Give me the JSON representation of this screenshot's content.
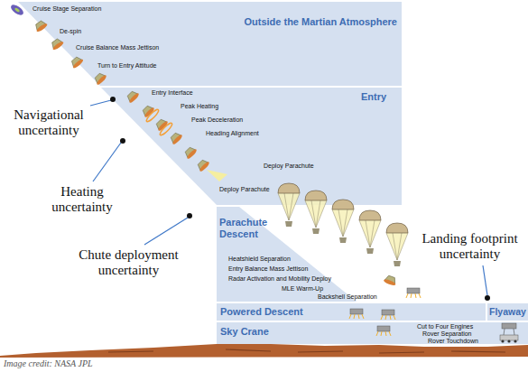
{
  "diagram": {
    "nodes": [
      {
        "text": [
          "Outside the Martian Atmosphere",
          "Cruise Stage Separation",
          "De-spin",
          "Cruise Balance Mass Jettison",
          "Turn to Entry Attitude"
        ]
      },
      {
        "text": [
          "Entry",
          "Entry Interface",
          "Peak Heating",
          "Peak Deceleration",
          "Heading Alignment",
          "Deploy Parachute"
        ]
      },
      {
        "text": [
          "Deploy Parachute",
          "Parachute Descent",
          "Heatshield Separation",
          "Entry Balance Mass Jettison",
          "Radar Activation and Mobility Deploy",
          "MLE Warm-Up",
          "Backshell Separation"
        ]
      },
      {
        "text": [
          "Powered Descent"
        ]
      },
      {
        "text": [
          "Sky Crane",
          "Cut to Four Engines",
          "Rover Separation",
          "Rover Touchdown"
        ]
      },
      {
        "text": [
          "Flyaway"
        ]
      }
    ],
    "labels": [
      "Navigational uncertainty",
      "Heating uncertainty",
      "Chute deployment uncertainty",
      "Landing footprint uncertainty",
      "Image credit: NASA JPL"
    ]
  }
}
